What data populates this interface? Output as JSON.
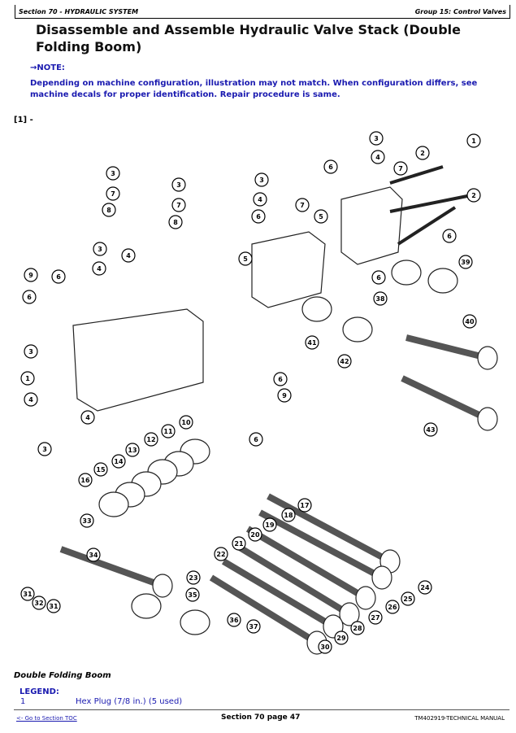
{
  "header": {
    "section": "Section 70 - HYDRAULIC SYSTEM",
    "group": "Group 15: Control Valves"
  },
  "title": "Disassemble and Assemble Hydraulic Valve Stack (Double Folding Boom)",
  "note": {
    "heading": "→NOTE:",
    "text": "Depending on machine configuration, illustration may not match. When configuration differs, see machine decals for proper identification. Repair procedure is same."
  },
  "figure_ref": "[1] -",
  "callouts": [
    "3",
    "4",
    "6",
    "2",
    "1",
    "7",
    "2",
    "3",
    "7",
    "8",
    "3",
    "3",
    "7",
    "4",
    "7",
    "8",
    "6",
    "5",
    "3",
    "4",
    "4",
    "5",
    "6",
    "39",
    "9",
    "6",
    "6",
    "38",
    "6",
    "41",
    "40",
    "42",
    "3",
    "1",
    "4",
    "4",
    "3",
    "6",
    "9",
    "6",
    "43",
    "10",
    "11",
    "12",
    "13",
    "14",
    "15",
    "16",
    "17",
    "18",
    "33",
    "19",
    "20",
    "21",
    "22",
    "34",
    "23",
    "24",
    "25",
    "26",
    "27",
    "28",
    "29",
    "30",
    "31",
    "32",
    "31",
    "35",
    "36",
    "37"
  ],
  "caption": "Double Folding Boom",
  "legend": {
    "heading": "LEGEND:",
    "items": [
      {
        "number": "1",
        "text": "Hex Plug (7/8 in.) (5 used)"
      }
    ]
  },
  "footer": {
    "toc_link": "<- Go to Section TOC",
    "page": "Section 70 page 47",
    "manual": "TM402919-TECHNICAL MANUAL"
  }
}
